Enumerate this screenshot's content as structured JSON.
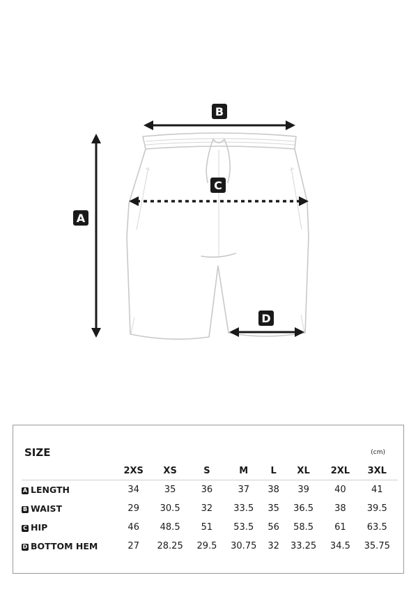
{
  "diagram": {
    "markers": {
      "a": "A",
      "b": "B",
      "c": "C",
      "d": "D"
    }
  },
  "size_chart": {
    "title": "SIZE",
    "unit": "(cm)",
    "sizes": [
      "2XS",
      "XS",
      "S",
      "M",
      "L",
      "XL",
      "2XL",
      "3XL"
    ],
    "rows": [
      {
        "marker": "A",
        "label": "LENGTH",
        "values": [
          "34",
          "35",
          "36",
          "37",
          "38",
          "39",
          "40",
          "41"
        ]
      },
      {
        "marker": "B",
        "label": "WAIST",
        "values": [
          "29",
          "30.5",
          "32",
          "33.5",
          "35",
          "36.5",
          "38",
          "39.5"
        ]
      },
      {
        "marker": "C",
        "label": "HIP",
        "values": [
          "46",
          "48.5",
          "51",
          "53.5",
          "56",
          "58.5",
          "61",
          "63.5"
        ]
      },
      {
        "marker": "D",
        "label": "BOTTOM HEM",
        "values": [
          "27",
          "28.25",
          "29.5",
          "30.75",
          "32",
          "33.25",
          "34.5",
          "35.75"
        ]
      }
    ]
  }
}
